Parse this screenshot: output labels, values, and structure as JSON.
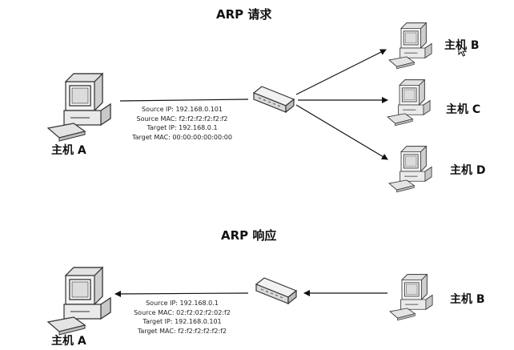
{
  "diagram": {
    "request": {
      "title": "ARP 请求",
      "sender_label": "主机 A",
      "receivers": [
        {
          "label": "主机 B"
        },
        {
          "label": "主机 C"
        },
        {
          "label": "主机 D"
        }
      ],
      "packet": {
        "lines": [
          "Source IP: 192.168.0.101",
          "Source MAC: f2:f2:f2:f2:f2:f2",
          "Target IP: 192.168.0.1",
          "Target MAC: 00:00:00:00:00:00"
        ]
      }
    },
    "response": {
      "title": "ARP 响应",
      "sender_label": "主机 B",
      "receiver_label": "主机 A",
      "packet": {
        "lines": [
          "Source IP: 192.168.0.1",
          "Source MAC: 02:f2:02:f2:02:f2",
          "Target IP: 192.168.0.101",
          "Target MAC: f2:f2:f2:f2:f2:f2"
        ]
      }
    }
  }
}
